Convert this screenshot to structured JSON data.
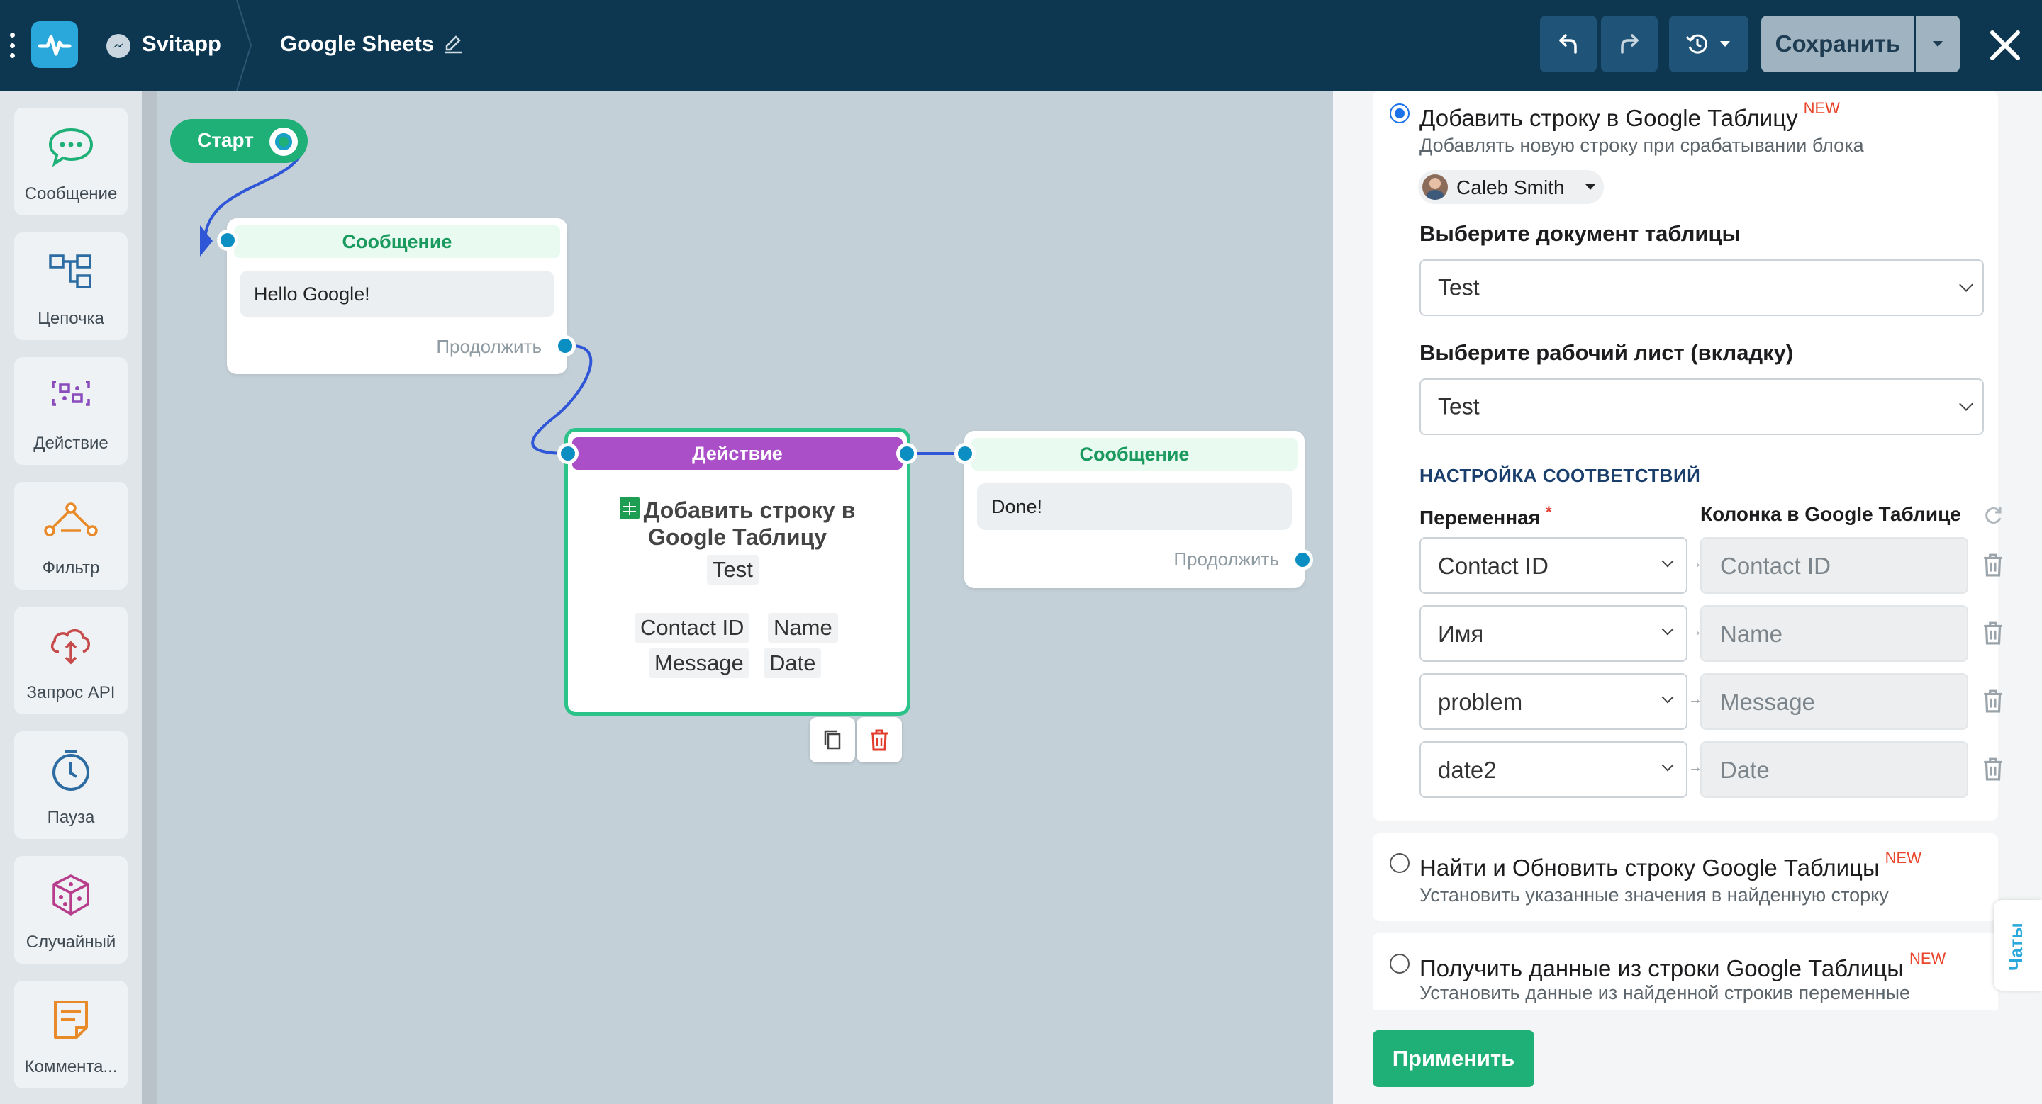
{
  "topbar": {
    "brand": "Svitapp",
    "page_title": "Google Sheets",
    "save_label": "Сохранить"
  },
  "toolbox": {
    "items": [
      {
        "label": "Сообщение",
        "icon": "message-icon"
      },
      {
        "label": "Цепочка",
        "icon": "chain-icon"
      },
      {
        "label": "Действие",
        "icon": "action-icon"
      },
      {
        "label": "Фильтр",
        "icon": "filter-icon"
      },
      {
        "label": "Запрос API",
        "icon": "api-cloud-icon"
      },
      {
        "label": "Пауза",
        "icon": "clock-icon"
      },
      {
        "label": "Случайный",
        "icon": "dice-icon"
      },
      {
        "label": "Коммента...",
        "icon": "note-icon"
      }
    ]
  },
  "flow": {
    "start_label": "Старт",
    "node1": {
      "header": "Сообщение",
      "text": "Hello Google!",
      "continue": "Продолжить"
    },
    "action": {
      "header": "Действие",
      "title": "Добавить строку в Google Таблицу",
      "sheet": "Test",
      "fields": [
        "Contact ID",
        "Name",
        "Message",
        "Date"
      ]
    },
    "node2": {
      "header": "Сообщение",
      "text": "Done!",
      "continue": "Продолжить"
    }
  },
  "panel": {
    "opt1": {
      "title": "Добавить строку в Google Таблицу",
      "badge": "NEW",
      "desc": "Добавлять новую строку при срабатывании блока"
    },
    "account": "Caleb Smith",
    "doc_label": "Выберите документ таблицы",
    "doc_value": "Test",
    "sheet_label": "Выберите рабочий лист (вкладку)",
    "sheet_value": "Test",
    "mapping_head": "НАСТРОЙКА СООТВЕТСТВИЙ",
    "col_var": "Переменная",
    "col_col": "Колонка в Google Таблице",
    "required_mark": "*",
    "rows": [
      {
        "variable": "Contact ID",
        "column": "Contact ID"
      },
      {
        "variable": "Имя",
        "column": "Name"
      },
      {
        "variable": "problem",
        "column": "Message"
      },
      {
        "variable": "date2",
        "column": "Date"
      }
    ],
    "opt2": {
      "title": "Найти и Обновить строку Google Таблицы",
      "badge": "NEW",
      "desc": "Установить указанные значения в найденную сторку"
    },
    "opt3": {
      "title": "Получить данные из строки Google Таблицы",
      "badge": "NEW",
      "desc": "Установить данные из найденной строкив переменные"
    },
    "apply_label": "Применить",
    "chats_tab": "Чаты"
  },
  "colors": {
    "topbar": "#0d3650",
    "accent_green": "#1fb078",
    "action_purple": "#aa4fc8",
    "port_blue": "#0b8fc2",
    "badge_red": "#e8452b"
  }
}
